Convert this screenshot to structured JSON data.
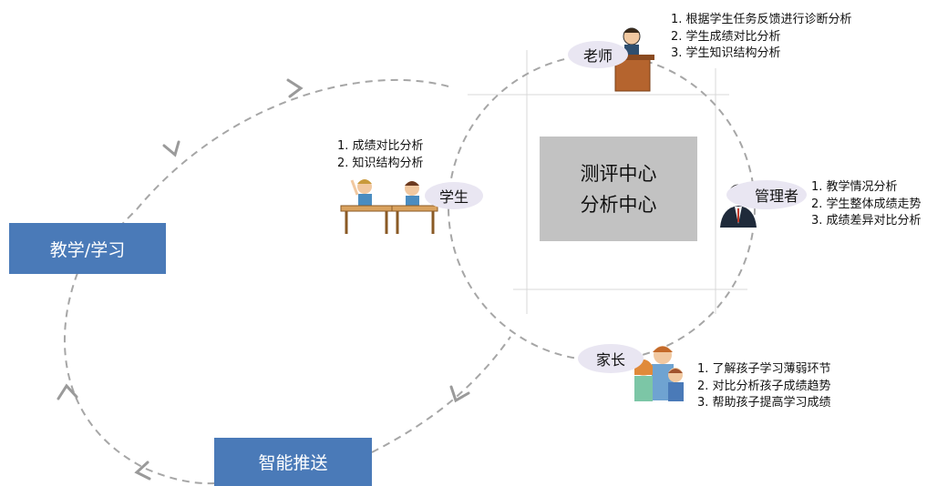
{
  "nodes": {
    "teaching": "教学/学习",
    "push": "智能推送",
    "center": [
      "测评中心",
      "分析中心"
    ]
  },
  "roles": {
    "teacher": {
      "label": "老师",
      "items": [
        "1. 根据学生任务反馈进行诊断分析",
        "2. 学生成绩对比分析",
        "3. 学生知识结构分析"
      ]
    },
    "student": {
      "label": "学生",
      "items": [
        "1. 成绩对比分析",
        "2. 知识结构分析"
      ]
    },
    "manager": {
      "label": "管理者",
      "items": [
        "1. 教学情况分析",
        "2. 学生整体成绩走势",
        "3. 成绩差异对比分析"
      ]
    },
    "parent": {
      "label": "家长",
      "items": [
        "1. 了解孩子学习薄弱环节",
        "2. 对比分析孩子成绩趋势",
        "3. 帮助孩子提高学习成绩"
      ]
    }
  },
  "colors": {
    "box_blue": "#4a7ab8",
    "center_gray": "#c2c2c2",
    "bubble": "#e9e6f2",
    "dash": "#a6a6a6"
  }
}
